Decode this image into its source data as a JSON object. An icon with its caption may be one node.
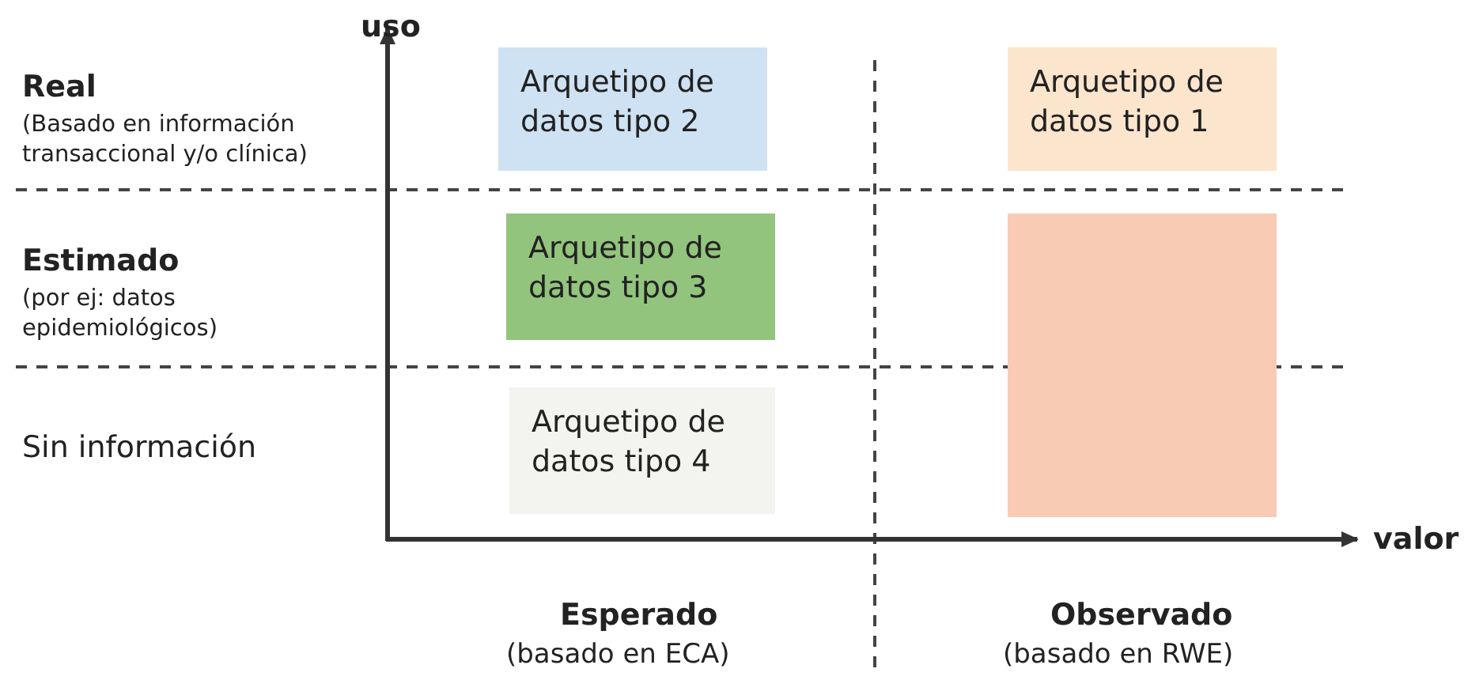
{
  "diagram": {
    "nodes": [
      {
        "text": [
          "Arquetipo de datos tipo 2"
        ]
      },
      {
        "text": [
          "Arquetipo de datos tipo 1"
        ]
      },
      {
        "text": [
          "Arquetipo de datos tipo 3"
        ]
      },
      {
        "text": [],
        "shape": "box"
      },
      {
        "text": [
          "Arquetipo de datos tipo 4"
        ]
      }
    ],
    "labels": [
      "uso",
      "Real",
      "(Basado en información transaccional y/o clínica)",
      "Estimado",
      "(por ej: datos epidemiológicos)",
      "Sin información",
      "valor",
      "Esperado",
      "(basado en ECA)",
      "Observado",
      "(basado en RWE)"
    ]
  }
}
